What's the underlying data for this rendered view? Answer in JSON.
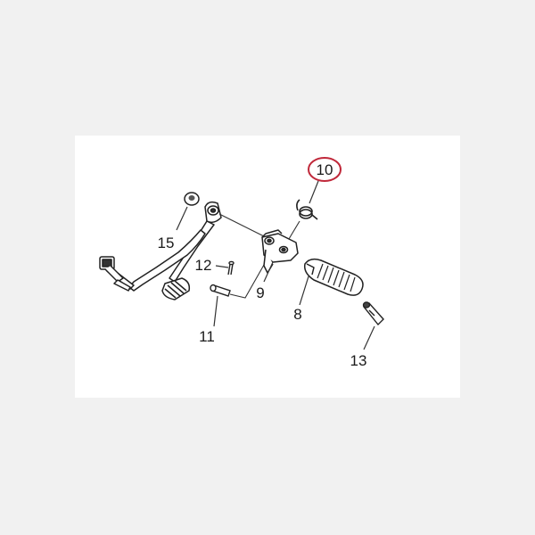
{
  "diagram": {
    "labels": {
      "p10": "10",
      "p15": "15",
      "p12": "12",
      "p9": "9",
      "p8": "8",
      "p11": "11",
      "p13": "13"
    },
    "highlight_color": "#c0283a",
    "line_color": "#333333"
  }
}
